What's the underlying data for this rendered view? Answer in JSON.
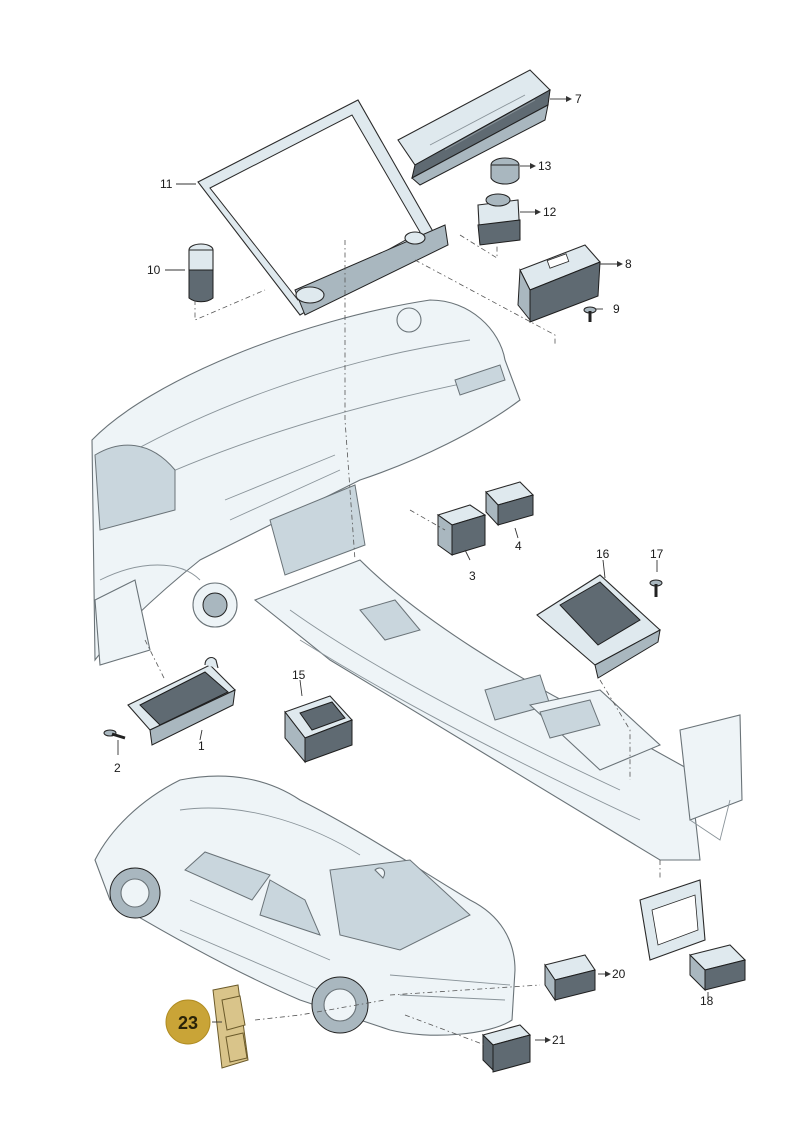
{
  "callouts": [
    {
      "id": "1"
    },
    {
      "id": "2"
    },
    {
      "id": "3"
    },
    {
      "id": "4"
    },
    {
      "id": "7"
    },
    {
      "id": "8"
    },
    {
      "id": "9"
    },
    {
      "id": "10"
    },
    {
      "id": "11"
    },
    {
      "id": "12"
    },
    {
      "id": "13"
    },
    {
      "id": "15"
    },
    {
      "id": "16"
    },
    {
      "id": "17"
    },
    {
      "id": "18"
    },
    {
      "id": "20"
    },
    {
      "id": "21"
    }
  ],
  "highlight": {
    "id": "23",
    "color": "#c9a437"
  },
  "colors": {
    "part_fill": "#dfe9ee",
    "outline": "#2a2a2a",
    "highlight_part": "#d9c48a"
  }
}
